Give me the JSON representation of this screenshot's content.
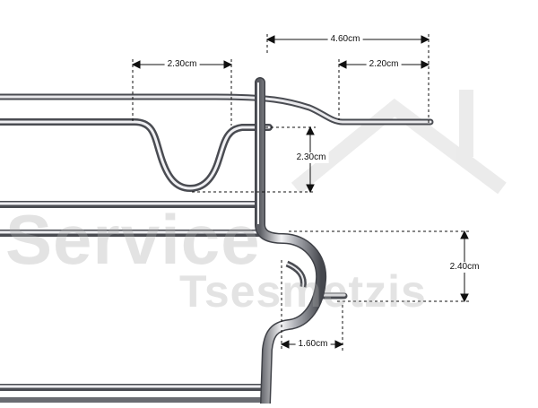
{
  "watermark": {
    "line1": "Service",
    "line2": "Tsesmetzis",
    "color": "#aaaaaa"
  },
  "dimensions": [
    {
      "id": "dim-top-overall",
      "label": "4.60cm"
    },
    {
      "id": "dim-top-left-bend",
      "label": "2.30cm"
    },
    {
      "id": "dim-top-right-end",
      "label": "2.20cm"
    },
    {
      "id": "dim-vertical-dip",
      "label": "2.30cm"
    },
    {
      "id": "dim-vertical-hook",
      "label": "2.40cm"
    },
    {
      "id": "dim-bottom-hook",
      "label": "1.60cm"
    }
  ],
  "colors": {
    "chrome_light": "#f2f2f4",
    "chrome_mid": "#9a9ca3",
    "chrome_dark": "#4a4c52",
    "dimension_line": "#111111"
  }
}
